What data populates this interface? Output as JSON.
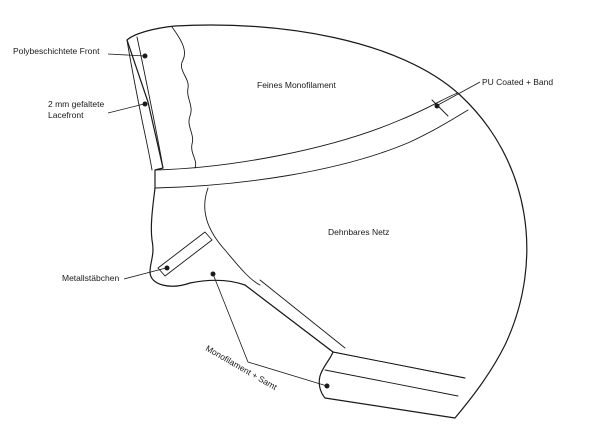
{
  "labels": {
    "poly_front": "Polybeschichtete Front",
    "lacefront_line1": "2 mm gefaltete",
    "lacefront_line2": "Lacefront",
    "metal": "Metallstäbchen",
    "mono_samt": "Monofilament + Samt",
    "fine_mono": "Feines Monofilament",
    "pu_band": "PU Coated + Band",
    "stretch_net": "Dehnbares Netz"
  }
}
